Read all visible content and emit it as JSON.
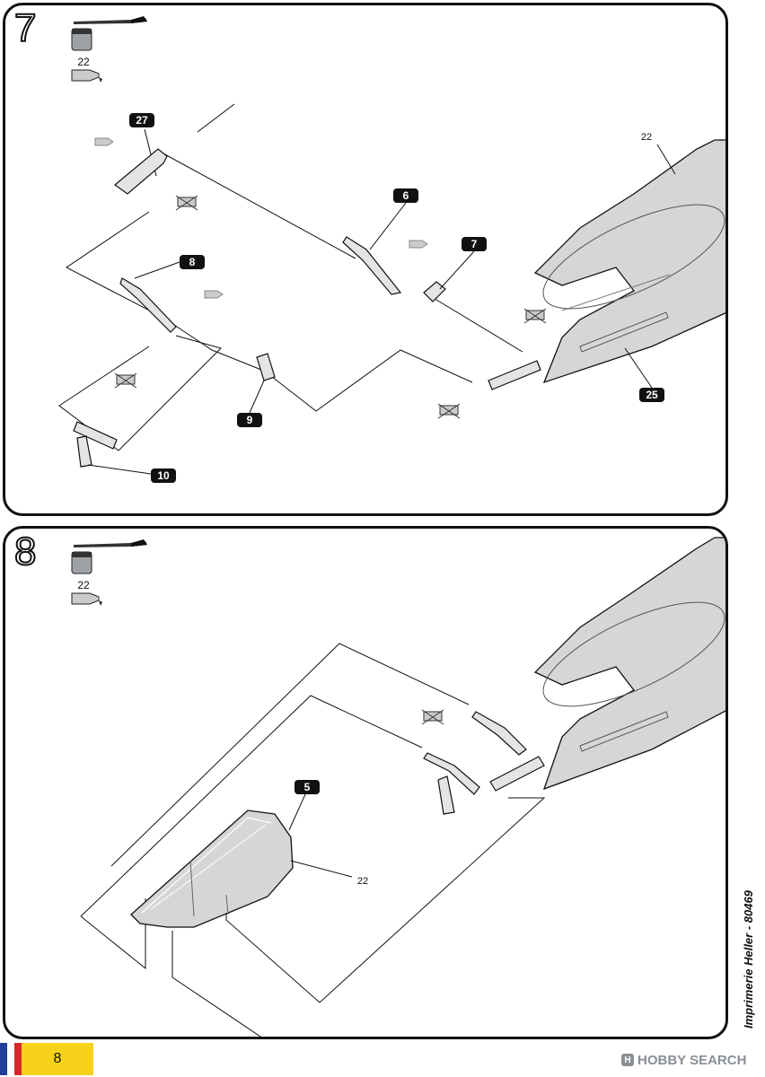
{
  "steps": [
    {
      "number": "7",
      "paint_code": "22",
      "callouts": [
        "27",
        "6",
        "7",
        "8",
        "9",
        "10",
        "25"
      ],
      "plain_labels": [
        "22"
      ]
    },
    {
      "number": "8",
      "paint_code": "22",
      "callouts": [
        "5"
      ],
      "plain_labels": [
        "22"
      ]
    }
  ],
  "footer": {
    "page_number": "8",
    "credit": "Imprimerie Heller - 80469",
    "watermark_brand": "HOBBY SEARCH",
    "watermark_logo_letter": "H",
    "flag_colors": [
      "#1f3f9a",
      "#ffffff",
      "#d8262c"
    ]
  },
  "colors": {
    "part_gray": "#d4d6d8",
    "outline": "#111111",
    "callout_bg": "#111111",
    "tab_yellow": "#f6d21a"
  },
  "icons": {
    "paint": "paintbrush-icon",
    "jar": "paint-jar-icon",
    "glue": "glue-tube-icon",
    "remove": "do-not-glue-icon"
  }
}
